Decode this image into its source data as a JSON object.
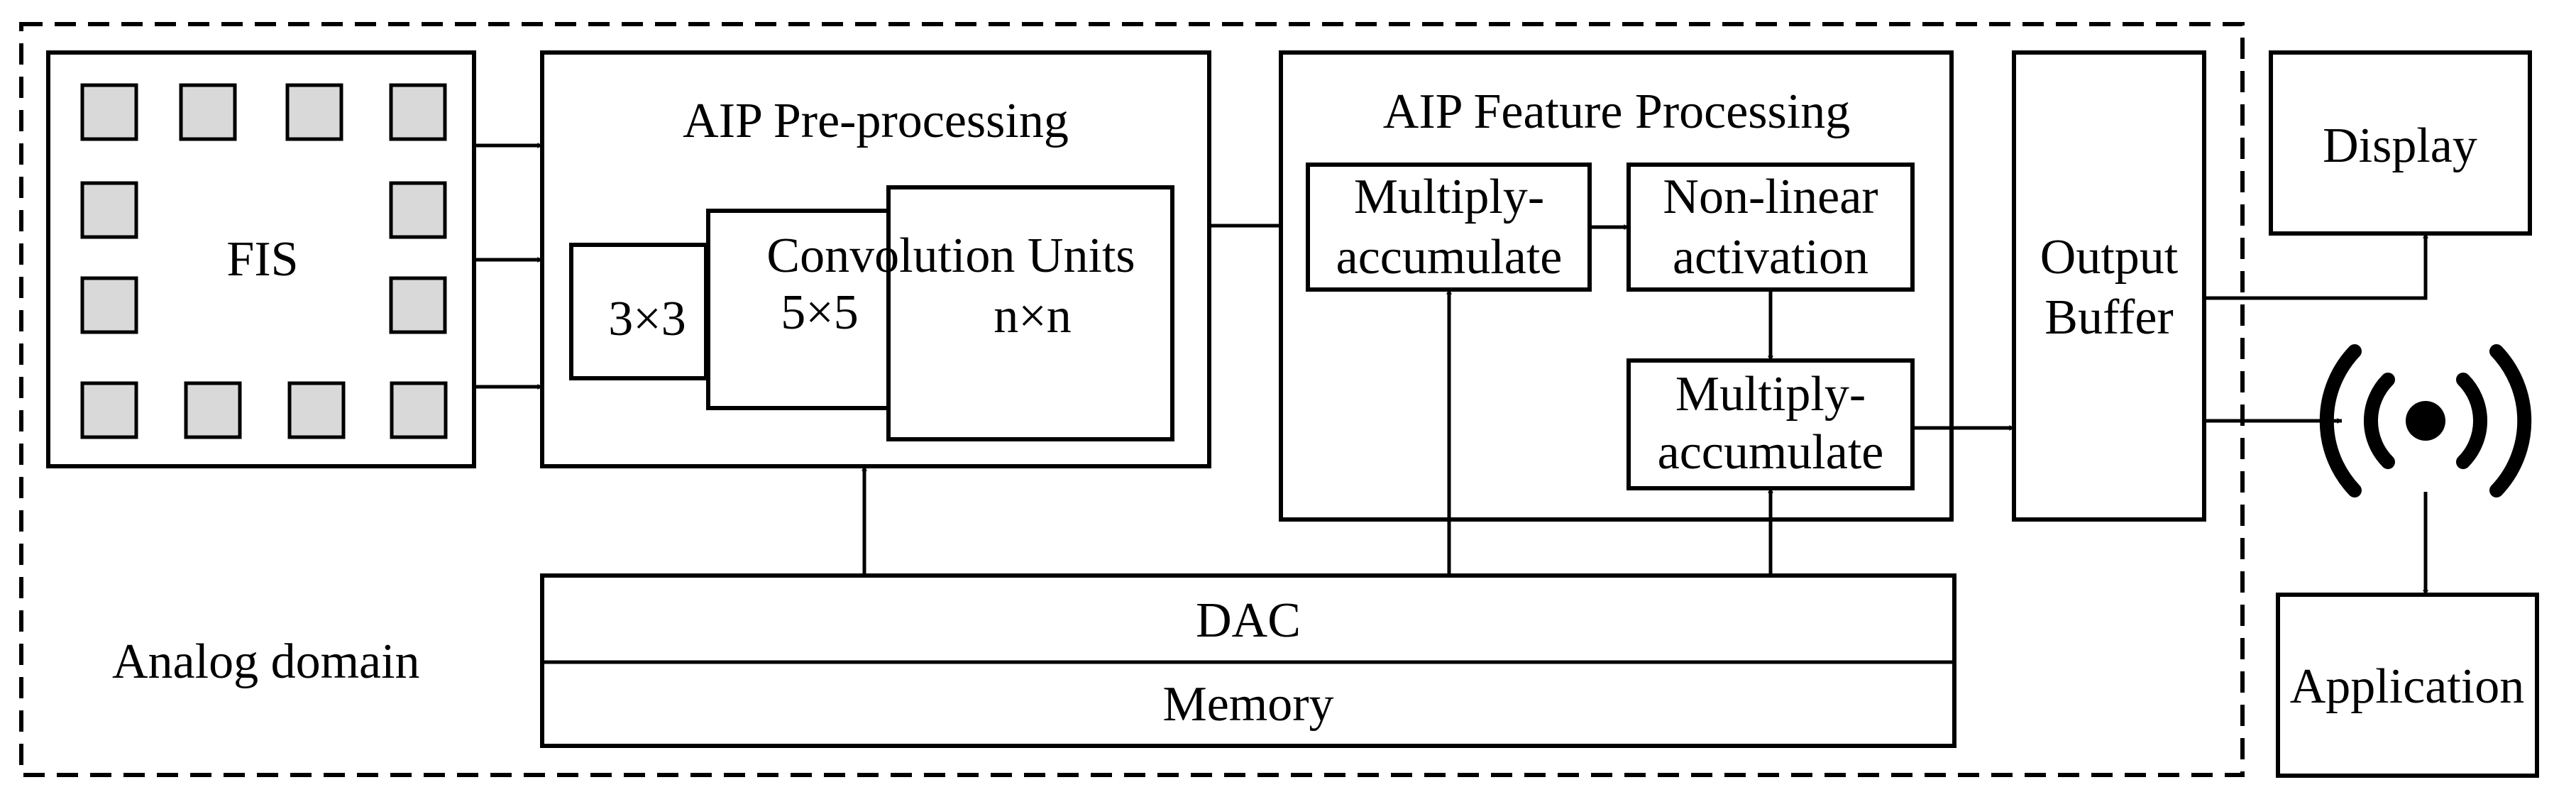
{
  "regions": {
    "analog_domain_label": "Analog domain"
  },
  "sensor": {
    "label": "FIS"
  },
  "preprocessing": {
    "title": "AIP Pre-processing",
    "kernel_small": "3×3",
    "kernel_units_label": "Convolution Units",
    "kernel_medium": "5×5",
    "kernel_large": "n×n"
  },
  "feature_processing": {
    "title": "AIP Feature Processing",
    "mac1": [
      "Multiply-",
      "accumulate"
    ],
    "nonlinear": [
      "Non-linear",
      "activation"
    ],
    "mac2": [
      "Multiply-",
      "accumulate"
    ]
  },
  "memory_block": {
    "dac": "DAC",
    "memory": "Memory"
  },
  "output": {
    "buffer": [
      "Output",
      "Buffer"
    ],
    "display": "Display",
    "application": "Application"
  },
  "icons": {
    "wireless": "wireless-broadcast-icon"
  }
}
